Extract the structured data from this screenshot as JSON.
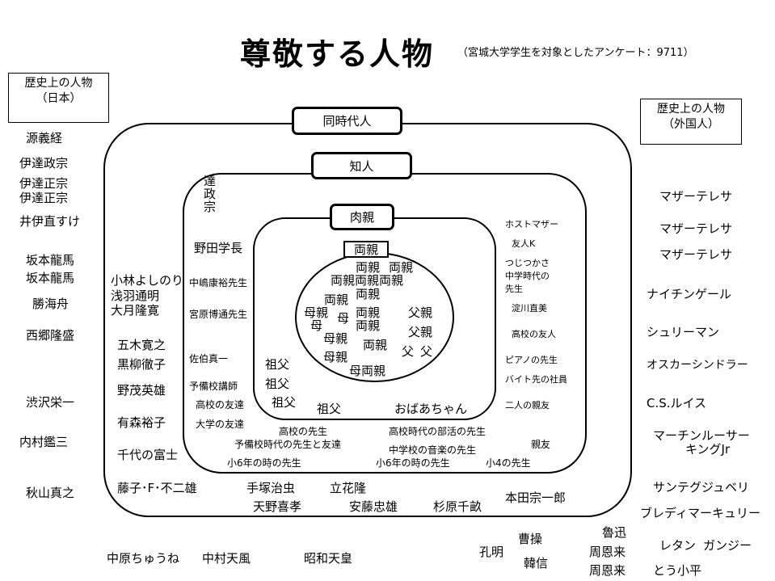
{
  "title": "尊敬する人物",
  "subtitle": "（宮城大学学生を対象としたアンケート：9711）",
  "categories": {
    "historical_japan": {
      "line1": "歴史上の人物",
      "line2": "（日本）"
    },
    "historical_foreign": {
      "line1": "歴史上の人物",
      "line2": "（外国人）"
    },
    "contemporary": "同時代人",
    "acquaintance": "知人",
    "relatives": "肉親",
    "parents": "両親"
  },
  "people": [
    {
      "region": "historical_japan",
      "name": "源義経"
    },
    {
      "region": "historical_japan",
      "name": "伊達政宗"
    },
    {
      "region": "historical_japan",
      "name": "伊達正宗"
    },
    {
      "region": "historical_japan",
      "name": "伊達正宗"
    },
    {
      "region": "historical_japan",
      "name": "井伊直すけ"
    },
    {
      "region": "historical_japan",
      "name": "坂本龍馬"
    },
    {
      "region": "historical_japan",
      "name": "坂本龍馬"
    },
    {
      "region": "historical_japan",
      "name": "勝海舟"
    },
    {
      "region": "historical_japan",
      "name": "西郷隆盛"
    },
    {
      "region": "historical_japan",
      "name": "渋沢栄一"
    },
    {
      "region": "historical_japan",
      "name": "内村鑑三"
    },
    {
      "region": "historical_japan",
      "name": "秋山真之"
    },
    {
      "region": "historical_japan",
      "name": "中原ちゅうね"
    },
    {
      "region": "historical_japan",
      "name": "中村天風"
    },
    {
      "region": "historical_japan",
      "name": "昭和天皇"
    },
    {
      "region": "historical_foreign",
      "name": "孔明"
    },
    {
      "region": "historical_foreign",
      "name": "曹操"
    },
    {
      "region": "historical_foreign",
      "name": "韓信"
    },
    {
      "region": "historical_foreign",
      "name": "魯迅"
    },
    {
      "region": "historical_foreign",
      "name": "周恩来"
    },
    {
      "region": "historical_foreign",
      "name": "周恩来"
    },
    {
      "region": "historical_foreign",
      "name": "レタン"
    },
    {
      "region": "historical_foreign",
      "name": "ガンジー"
    },
    {
      "region": "historical_foreign",
      "name": "とう小平"
    },
    {
      "region": "historical_foreign",
      "name": "マザーテレサ"
    },
    {
      "region": "historical_foreign",
      "name": "マザーテレサ"
    },
    {
      "region": "historical_foreign",
      "name": "マザーテレサ"
    },
    {
      "region": "historical_foreign",
      "name": "ナイチンゲール"
    },
    {
      "region": "historical_foreign",
      "name": "シュリーマン"
    },
    {
      "region": "historical_foreign",
      "name": "オスカーシンドラー"
    },
    {
      "region": "historical_foreign",
      "name": "C.S.ルイス"
    },
    {
      "region": "historical_foreign",
      "name": "マーチンルーサー"
    },
    {
      "region": "historical_foreign",
      "name": "キングJr"
    },
    {
      "region": "historical_foreign",
      "name": "サンテグジュベリ"
    },
    {
      "region": "historical_foreign",
      "name": "ブレディマーキュリー"
    },
    {
      "region": "contemporary",
      "name": "小林よしのり"
    },
    {
      "region": "contemporary",
      "name": "浅羽通明"
    },
    {
      "region": "contemporary",
      "name": "大月隆寛"
    },
    {
      "region": "contemporary",
      "name": "五木寛之"
    },
    {
      "region": "contemporary",
      "name": "黒柳徹子"
    },
    {
      "region": "contemporary",
      "name": "野茂英雄"
    },
    {
      "region": "contemporary",
      "name": "有森裕子"
    },
    {
      "region": "contemporary",
      "name": "千代の富士"
    },
    {
      "region": "contemporary",
      "name": "藤子･F･不二雄"
    },
    {
      "region": "contemporary",
      "name": "手塚治虫"
    },
    {
      "region": "contemporary",
      "name": "立花隆"
    },
    {
      "region": "contemporary",
      "name": "天野喜孝"
    },
    {
      "region": "contemporary",
      "name": "安藤忠雄"
    },
    {
      "region": "contemporary",
      "name": "杉原千畝"
    },
    {
      "region": "contemporary",
      "name": "本田宗一郎"
    },
    {
      "region": "acquaintance",
      "name": "達政宗"
    },
    {
      "region": "acquaintance",
      "name": "野田学長"
    },
    {
      "region": "acquaintance",
      "name": "中嶋康裕先生"
    },
    {
      "region": "acquaintance",
      "name": "宮原博通先生"
    },
    {
      "region": "acquaintance",
      "name": "佐伯真一"
    },
    {
      "region": "acquaintance",
      "name": "予備校講師"
    },
    {
      "region": "acquaintance",
      "name": "高校の友達"
    },
    {
      "region": "acquaintance",
      "name": "大学の友達"
    },
    {
      "region": "acquaintance",
      "name": "高校の先生"
    },
    {
      "region": "acquaintance",
      "name": "予備校時代の先生と友達"
    },
    {
      "region": "acquaintance",
      "name": "小6年の時の先生"
    },
    {
      "region": "acquaintance",
      "name": "高校時代の部活の先生"
    },
    {
      "region": "acquaintance",
      "name": "中学校の音楽の先生"
    },
    {
      "region": "acquaintance",
      "name": "小6年の時の先生"
    },
    {
      "region": "acquaintance",
      "name": "小4の先生"
    },
    {
      "region": "acquaintance",
      "name": "親友"
    },
    {
      "region": "acquaintance",
      "name": "ホストマザー"
    },
    {
      "region": "acquaintance",
      "name": "友人K"
    },
    {
      "region": "acquaintance",
      "name": "つじつかさ"
    },
    {
      "region": "acquaintance",
      "name": "中学時代の"
    },
    {
      "region": "acquaintance",
      "name": "先生"
    },
    {
      "region": "acquaintance",
      "name": "淀川直美"
    },
    {
      "region": "acquaintance",
      "name": "高校の友人"
    },
    {
      "region": "acquaintance",
      "name": "ピアノの先生"
    },
    {
      "region": "acquaintance",
      "name": "バイト先の社員"
    },
    {
      "region": "acquaintance",
      "name": "二人の親友"
    },
    {
      "region": "relatives",
      "name": "祖父"
    },
    {
      "region": "relatives",
      "name": "祖父"
    },
    {
      "region": "relatives",
      "name": "祖父"
    },
    {
      "region": "relatives",
      "name": "祖父"
    },
    {
      "region": "relatives",
      "name": "おばあちゃん"
    },
    {
      "region": "parents",
      "name": "両親"
    },
    {
      "region": "parents",
      "name": "両親"
    },
    {
      "region": "parents",
      "name": "両親両親両親"
    },
    {
      "region": "parents",
      "name": "両親"
    },
    {
      "region": "parents",
      "name": "両親"
    },
    {
      "region": "parents",
      "name": "母親"
    },
    {
      "region": "parents",
      "name": "母"
    },
    {
      "region": "parents",
      "name": "母"
    },
    {
      "region": "parents",
      "name": "両親"
    },
    {
      "region": "parents",
      "name": "父親"
    },
    {
      "region": "parents",
      "name": "両親"
    },
    {
      "region": "parents",
      "name": "母親"
    },
    {
      "region": "parents",
      "name": "父親"
    },
    {
      "region": "parents",
      "name": "両親"
    },
    {
      "region": "parents",
      "name": "父"
    },
    {
      "region": "parents",
      "name": "父"
    },
    {
      "region": "parents",
      "name": "母親"
    },
    {
      "region": "parents",
      "name": "母両親"
    }
  ]
}
